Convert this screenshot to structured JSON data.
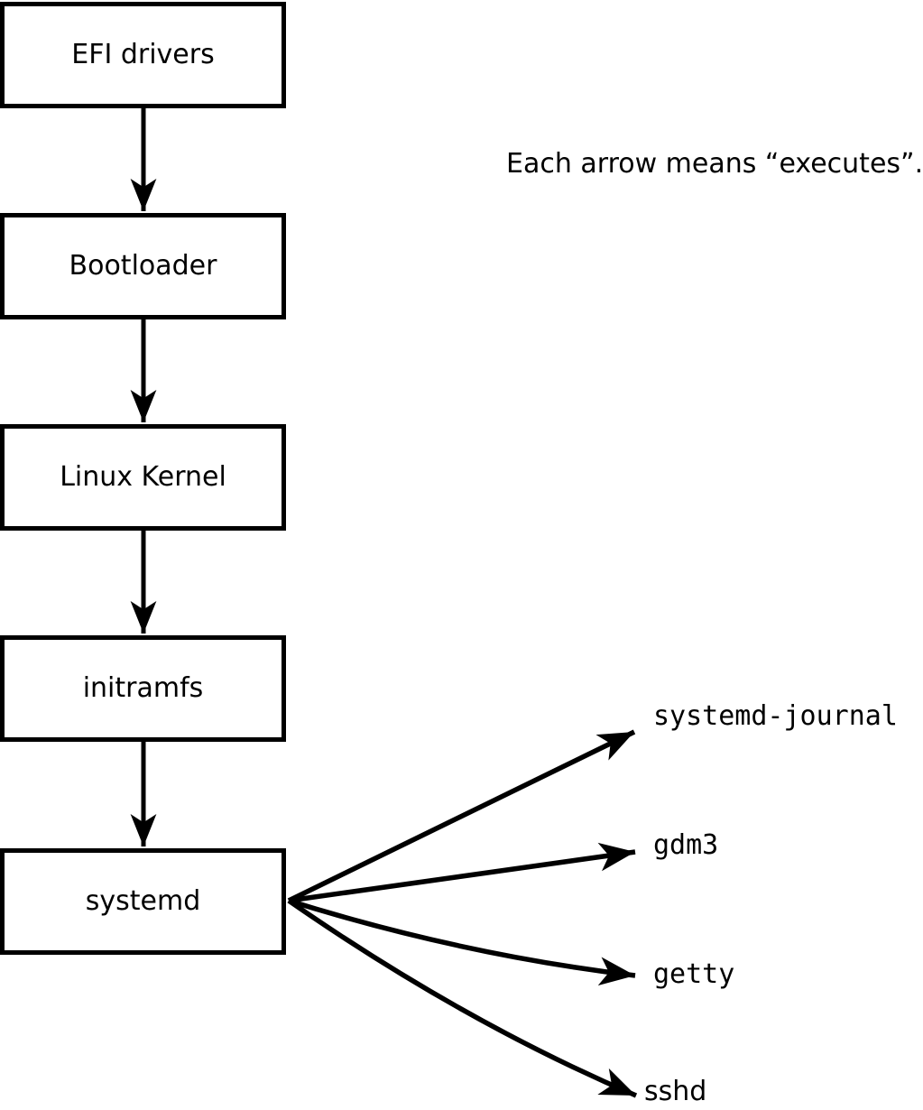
{
  "note": "Each arrow means “executes”.",
  "colors": {
    "stroke": "#000000",
    "background": "#ffffff"
  },
  "chain": {
    "nodes": [
      {
        "label": "EFI drivers"
      },
      {
        "label": "Bootloader"
      },
      {
        "label": "Linux Kernel"
      },
      {
        "label": "initramfs"
      },
      {
        "label": "systemd"
      }
    ]
  },
  "targets": [
    {
      "label": "systemd-journal"
    },
    {
      "label": "gdm3"
    },
    {
      "label": "getty"
    },
    {
      "label": "sshd"
    }
  ]
}
